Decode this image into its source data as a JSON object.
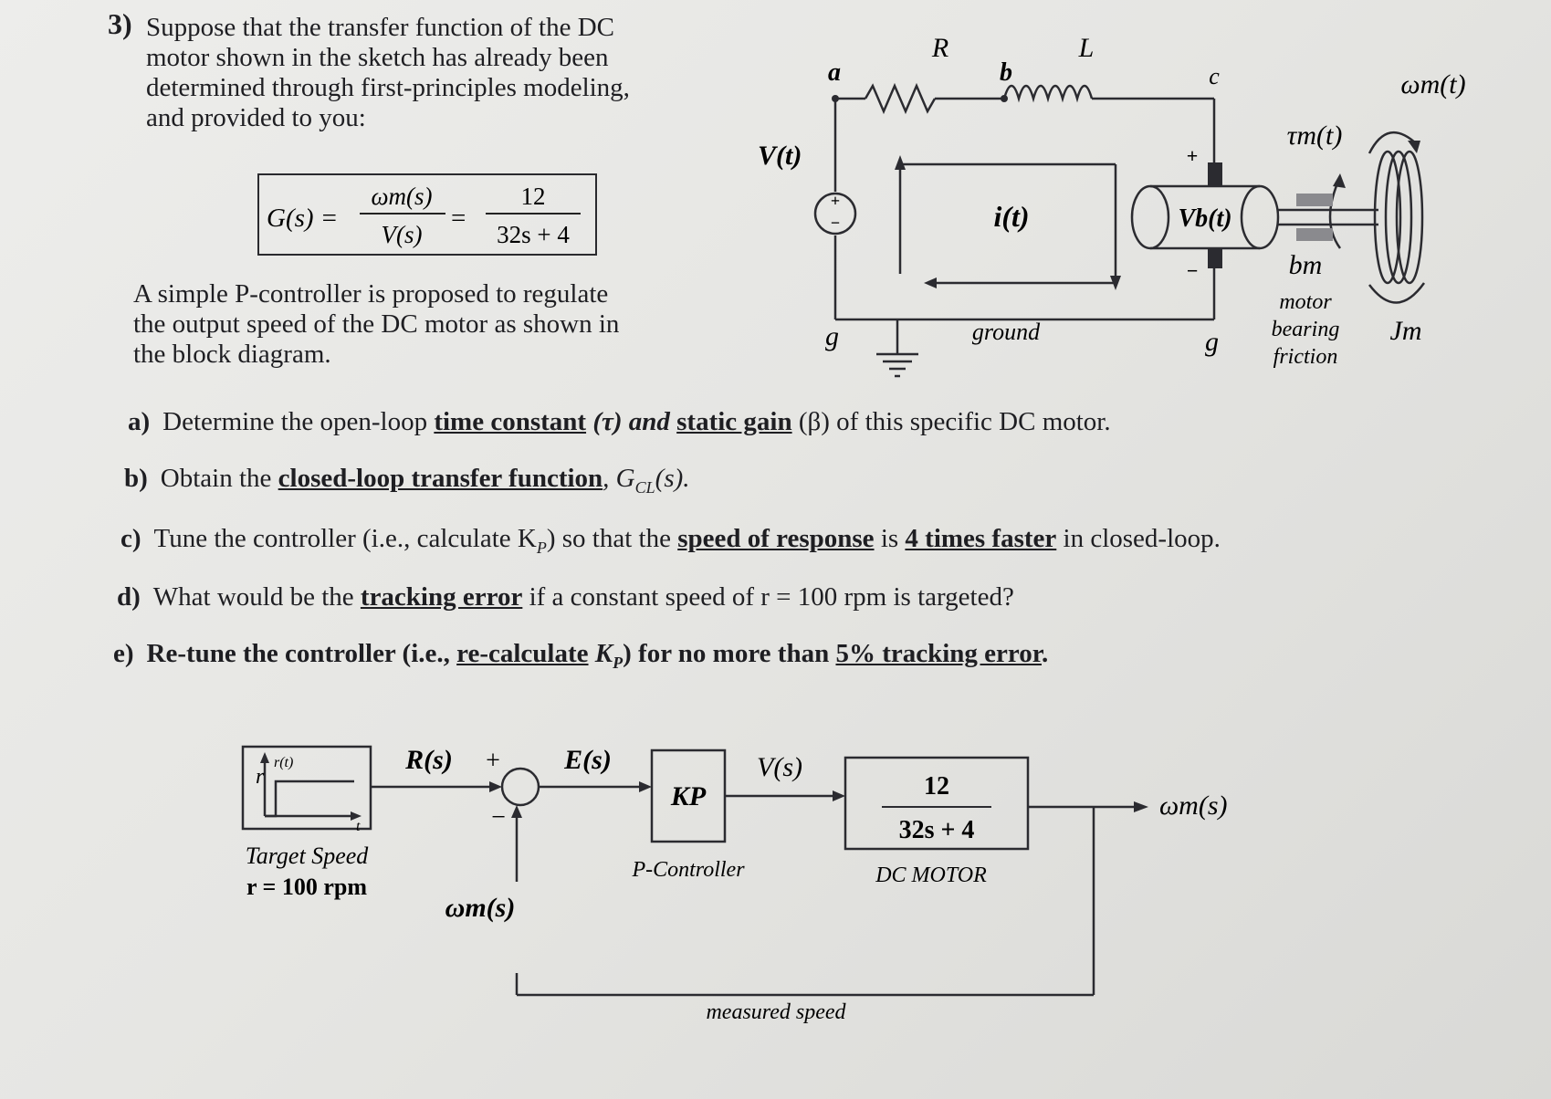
{
  "problem": {
    "number": "3)",
    "intro_lines": [
      "Suppose that the transfer function of the DC",
      "motor shown in the sketch has already been",
      "determined through first-principles modeling,",
      "and provided to you:"
    ],
    "tf": {
      "lhs": "G(s) =",
      "frac1_num": "ωm(s)",
      "frac1_den": "V(s)",
      "eq": "=",
      "frac2_num": "12",
      "frac2_den": "32s + 4"
    },
    "para2_lines": [
      "A simple P-controller is proposed to regulate",
      "the output speed of the DC motor as shown in",
      "the block diagram."
    ],
    "questions": {
      "a": {
        "label": "a)",
        "t1": "Determine the open-loop ",
        "u1": "time constant",
        "t2": " (τ) and ",
        "u2": "static gain",
        "t3": " (β) of this specific DC motor."
      },
      "b": {
        "label": "b)",
        "t1": "Obtain the ",
        "u1": "closed-loop transfer function",
        "t2": ", G",
        "sub": "CL",
        "t3": "(s)."
      },
      "c": {
        "label": "c)",
        "t1": "Tune the controller (i.e., calculate K",
        "sub": "P",
        "t2": ") so that the ",
        "u1": "speed of response",
        "t3": " is ",
        "u2": "4 times faster",
        "t4": " in closed-loop."
      },
      "d": {
        "label": "d)",
        "t1": "What would be the ",
        "u1": "tracking error",
        "t2": " if a constant speed of r = 100 rpm is targeted?"
      },
      "e": {
        "label": "e)",
        "t1": "Re-tune the controller (i.e., ",
        "u1": "re-calculate",
        "t2": " K",
        "sub": "P",
        "t3": ") for no more than ",
        "u2": "5% tracking error",
        "t4": "."
      }
    }
  },
  "circuit": {
    "R": "R",
    "L": "L",
    "a": "a",
    "b": "b",
    "c": "c",
    "Vt": "V(t)",
    "it": "i(t)",
    "Vb": "Vb(t)",
    "g1": "g",
    "g2": "g",
    "ground": "ground",
    "plus": "+",
    "minus": "−",
    "tau": "τm(t)",
    "omega": "ωm(t)",
    "bm": "bm",
    "motor": "motor",
    "bearing": "bearing",
    "friction": "friction",
    "Jm": "Jm"
  },
  "block": {
    "inset_r": "r",
    "inset_rt": "r(t)",
    "inset_t": "t",
    "target1": "Target Speed",
    "target2": "r = 100 rpm",
    "Rs": "R(s)",
    "plus": "+",
    "minus": "−",
    "Es": "E(s)",
    "Kp": "KP",
    "pctrl": "P-Controller",
    "Vs": "V(s)",
    "plant_num": "12",
    "plant_den": "32s + 4",
    "dcmotor": "DC MOTOR",
    "out": "ωm(s)",
    "fb": "ωm(s)",
    "measured": "measured speed"
  }
}
